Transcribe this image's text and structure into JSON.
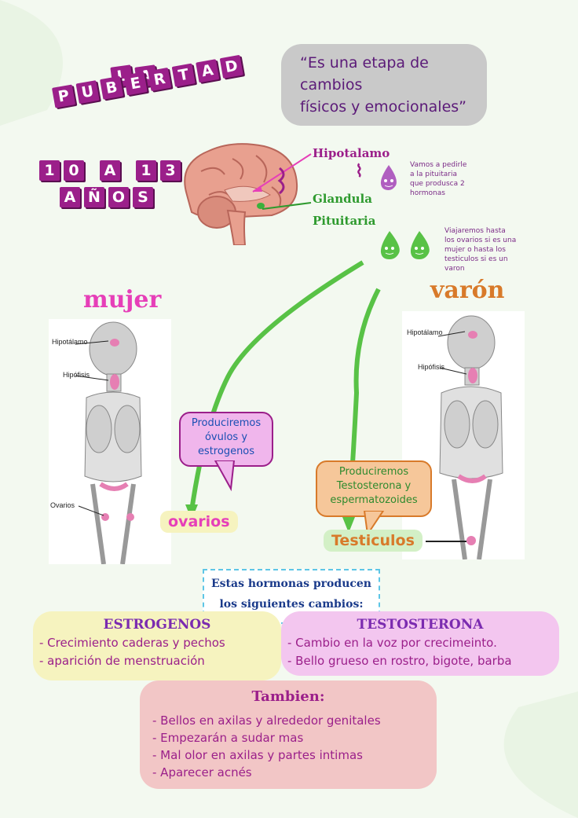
{
  "title": {
    "line1": [
      "L",
      "A"
    ],
    "line2": [
      "P",
      "U",
      "B",
      "E",
      "R",
      "T",
      "A",
      "D"
    ],
    "age1": [
      "1",
      "0",
      " ",
      "A",
      " ",
      "1",
      "3"
    ],
    "age2": [
      "A",
      "Ñ",
      "O",
      "S"
    ]
  },
  "quote": {
    "line1": "“Es una etapa de cambios",
    "line2": "físicos y emocionales”"
  },
  "brain": {
    "hipotalamo": "Hipotalamo",
    "glandula1": "Glandula",
    "glandula2": "Pituitaria",
    "note1": [
      "Vamos a pedirle",
      "a la pituitaria",
      "que produsca 2",
      "hormonas"
    ],
    "note2": [
      "Viajaremos hasta",
      "los ovarios si es una",
      "mujer o hasta los",
      "testiculos si es un",
      "varon"
    ]
  },
  "mujer": {
    "title": "mujer",
    "label_hipotalamo": "Hipotálamo",
    "label_hipofisis": "Hipófisis",
    "label_ovarios": "Ovarios",
    "bubble": [
      "Produciremos",
      "óvulos y",
      "estrogenos"
    ],
    "tag": "ovarios"
  },
  "varon": {
    "title": "varón",
    "label_hipotalamo": "Hipotálamo",
    "label_hipofisis": "Hipófisis",
    "bubble": [
      "Produciremos",
      "Testosterona y",
      "espermatozoides"
    ],
    "tag": "Testiculos"
  },
  "hormonas": {
    "line1": "Estas hormonas producen",
    "line2": "los siguientes cambios:"
  },
  "estrogenos": {
    "title": "ESTROGENOS",
    "items": [
      "- Crecimiento caderas y pechos",
      "- aparición de menstruación"
    ]
  },
  "testosterona": {
    "title": "TESTOSTERONA",
    "items": [
      "- Cambio en la voz por crecimeinto.",
      "- Bello grueso en rostro, bigote, barba"
    ]
  },
  "tambien": {
    "title": "Tambien:",
    "items": [
      "- Bellos en axilas y alrededor genitales",
      "- Empezarán a sudar mas",
      "- Mal olor en axilas y partes intimas",
      "- Aparecer acnés"
    ]
  },
  "colors": {
    "purple": "#9b1f8a",
    "green": "#2e9a2e",
    "pink": "#e63fb8",
    "orange": "#d87a2a"
  }
}
